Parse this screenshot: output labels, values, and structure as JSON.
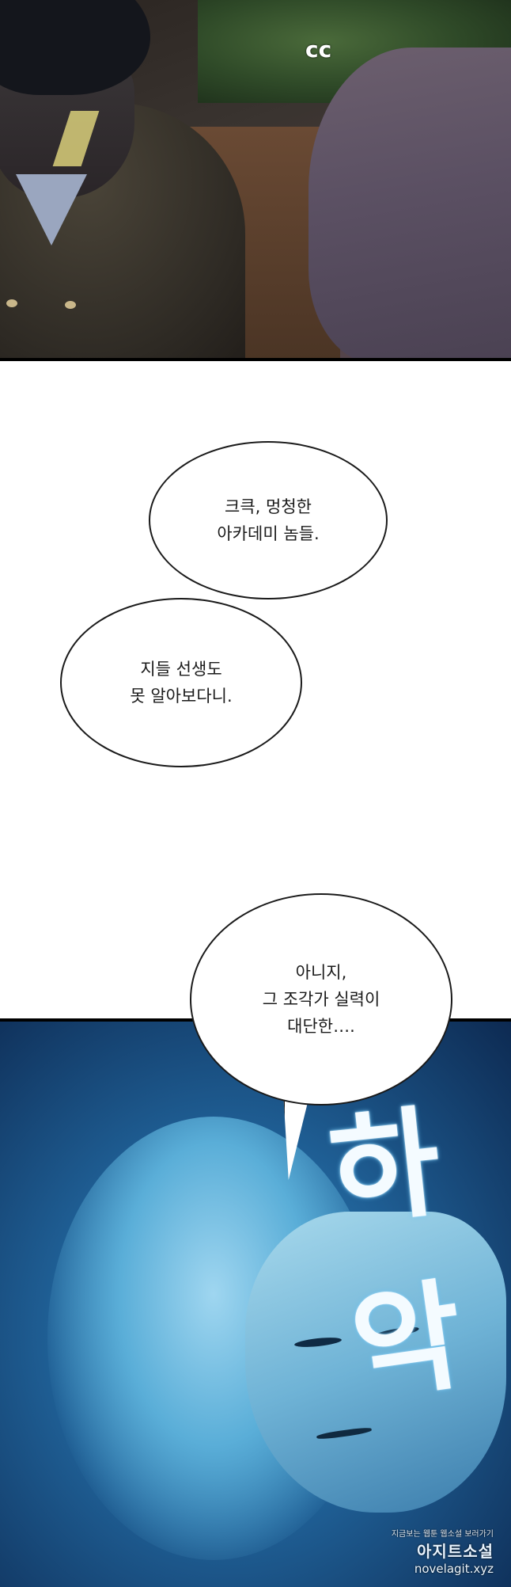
{
  "panel_top": {
    "sfx": "cc"
  },
  "bubble_1": {
    "line_1": "크큭, 멍청한",
    "line_2": "아카데미 놈들."
  },
  "bubble_2": {
    "line_1": "지들 선생도",
    "line_2": "못 알아보다니."
  },
  "bubble_3": {
    "line_1": "아니지,",
    "line_2": "그 조각가 실력이",
    "line_3": "대단한…."
  },
  "panel_bottom": {
    "sfx_char_1": "하",
    "sfx_char_2": "악"
  },
  "watermark": {
    "tagline": "지금보는 웹툰 웹소설 보러가기",
    "brand": "아지트소설",
    "url": "novelagit.xyz"
  },
  "colors": {
    "bubble_border": "#1a1a1a",
    "bottom_panel_blue": "#1f5f95",
    "sfx_glow": "#6ac0ef"
  }
}
